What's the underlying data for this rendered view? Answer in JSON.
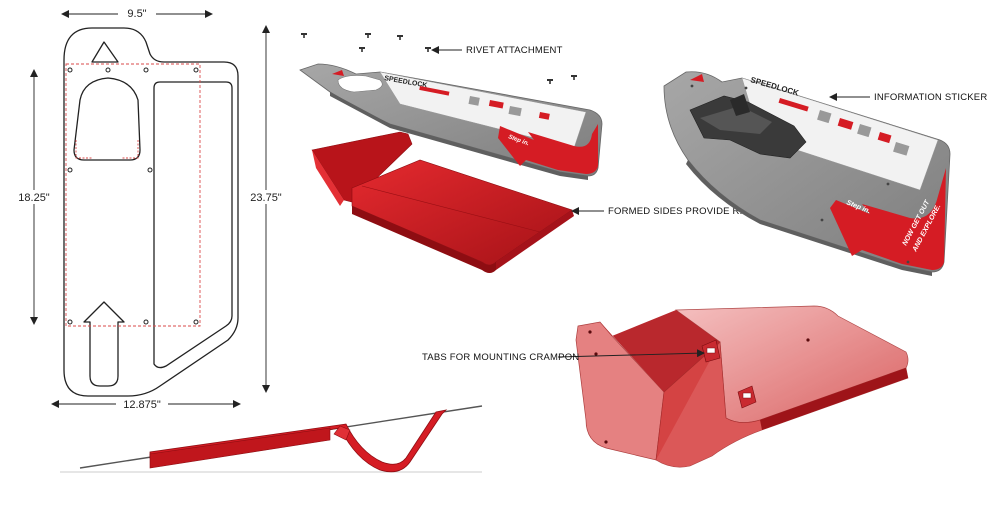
{
  "dimensions": {
    "top_width": "9.5\"",
    "inner_height": "18.25\"",
    "overall_height": "23.75\"",
    "bottom_width": "12.875\""
  },
  "callouts": {
    "rivet": "RIVET ATTACHMENT",
    "formed_sides": "FORMED SIDES PROVIDE RIGIDITY",
    "sticker": "INFORMATION STICKER",
    "tabs": "TABS FOR MOUNTING CRAMPON"
  },
  "product": {
    "brand": "SPEEDLOCK",
    "step_in": "Step in.",
    "now_get_out_1": "NOW GET OUT",
    "now_get_out_2": "AND EXPLORE."
  },
  "colors": {
    "red": "#d51c24",
    "dark_red": "#8e0d12",
    "translucent_red": "#e05a5a",
    "plate_gray": "#8f8f8f",
    "outline": "#222222",
    "dashed": "#d94a4a"
  }
}
